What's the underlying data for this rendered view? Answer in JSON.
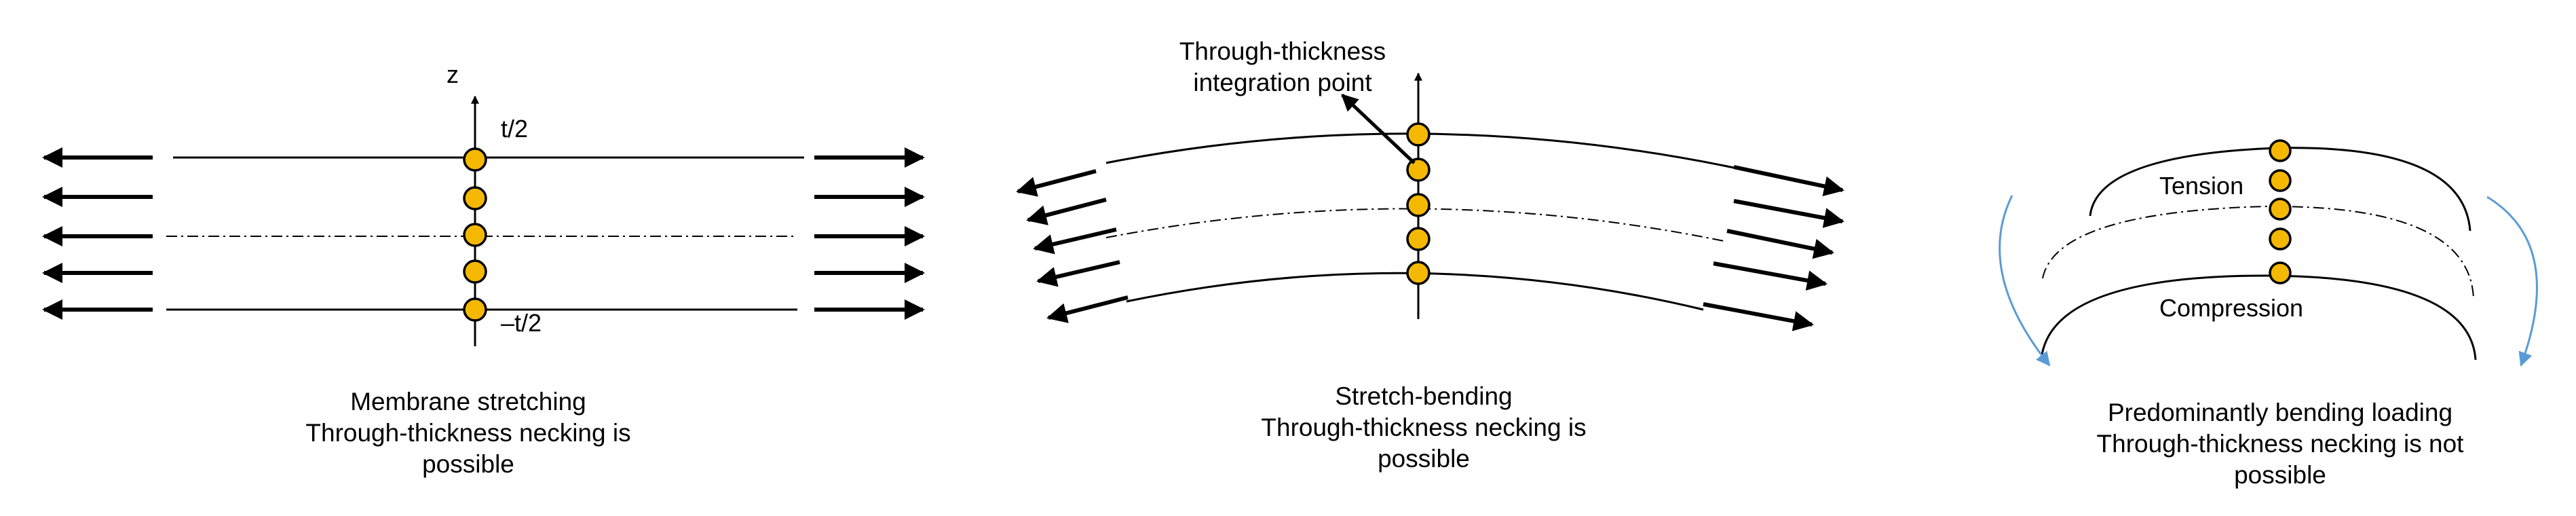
{
  "colors": {
    "line": "#000000",
    "point_fill": "#F5B800",
    "point_stroke": "#000000",
    "curved_arrow": "#5B9BD5"
  },
  "panels": [
    {
      "axis_label": "z",
      "top_label": "t/2",
      "bottom_label": "–t/2",
      "caption": [
        "Membrane stretching",
        "Through-thickness necking is",
        "possible"
      ]
    },
    {
      "annotation": [
        "Through-thickness",
        "integration point"
      ],
      "caption": [
        "Stretch-bending",
        "Through-thickness necking is",
        "possible"
      ]
    },
    {
      "upper_label": "Tension",
      "lower_label": "Compression",
      "caption": [
        "Predominantly bending loading",
        "Through-thickness necking is not",
        "possible"
      ]
    }
  ],
  "icons": [
    "integration-point-marker",
    "force-arrow",
    "axis-arrow",
    "bending-direction-arrow"
  ]
}
